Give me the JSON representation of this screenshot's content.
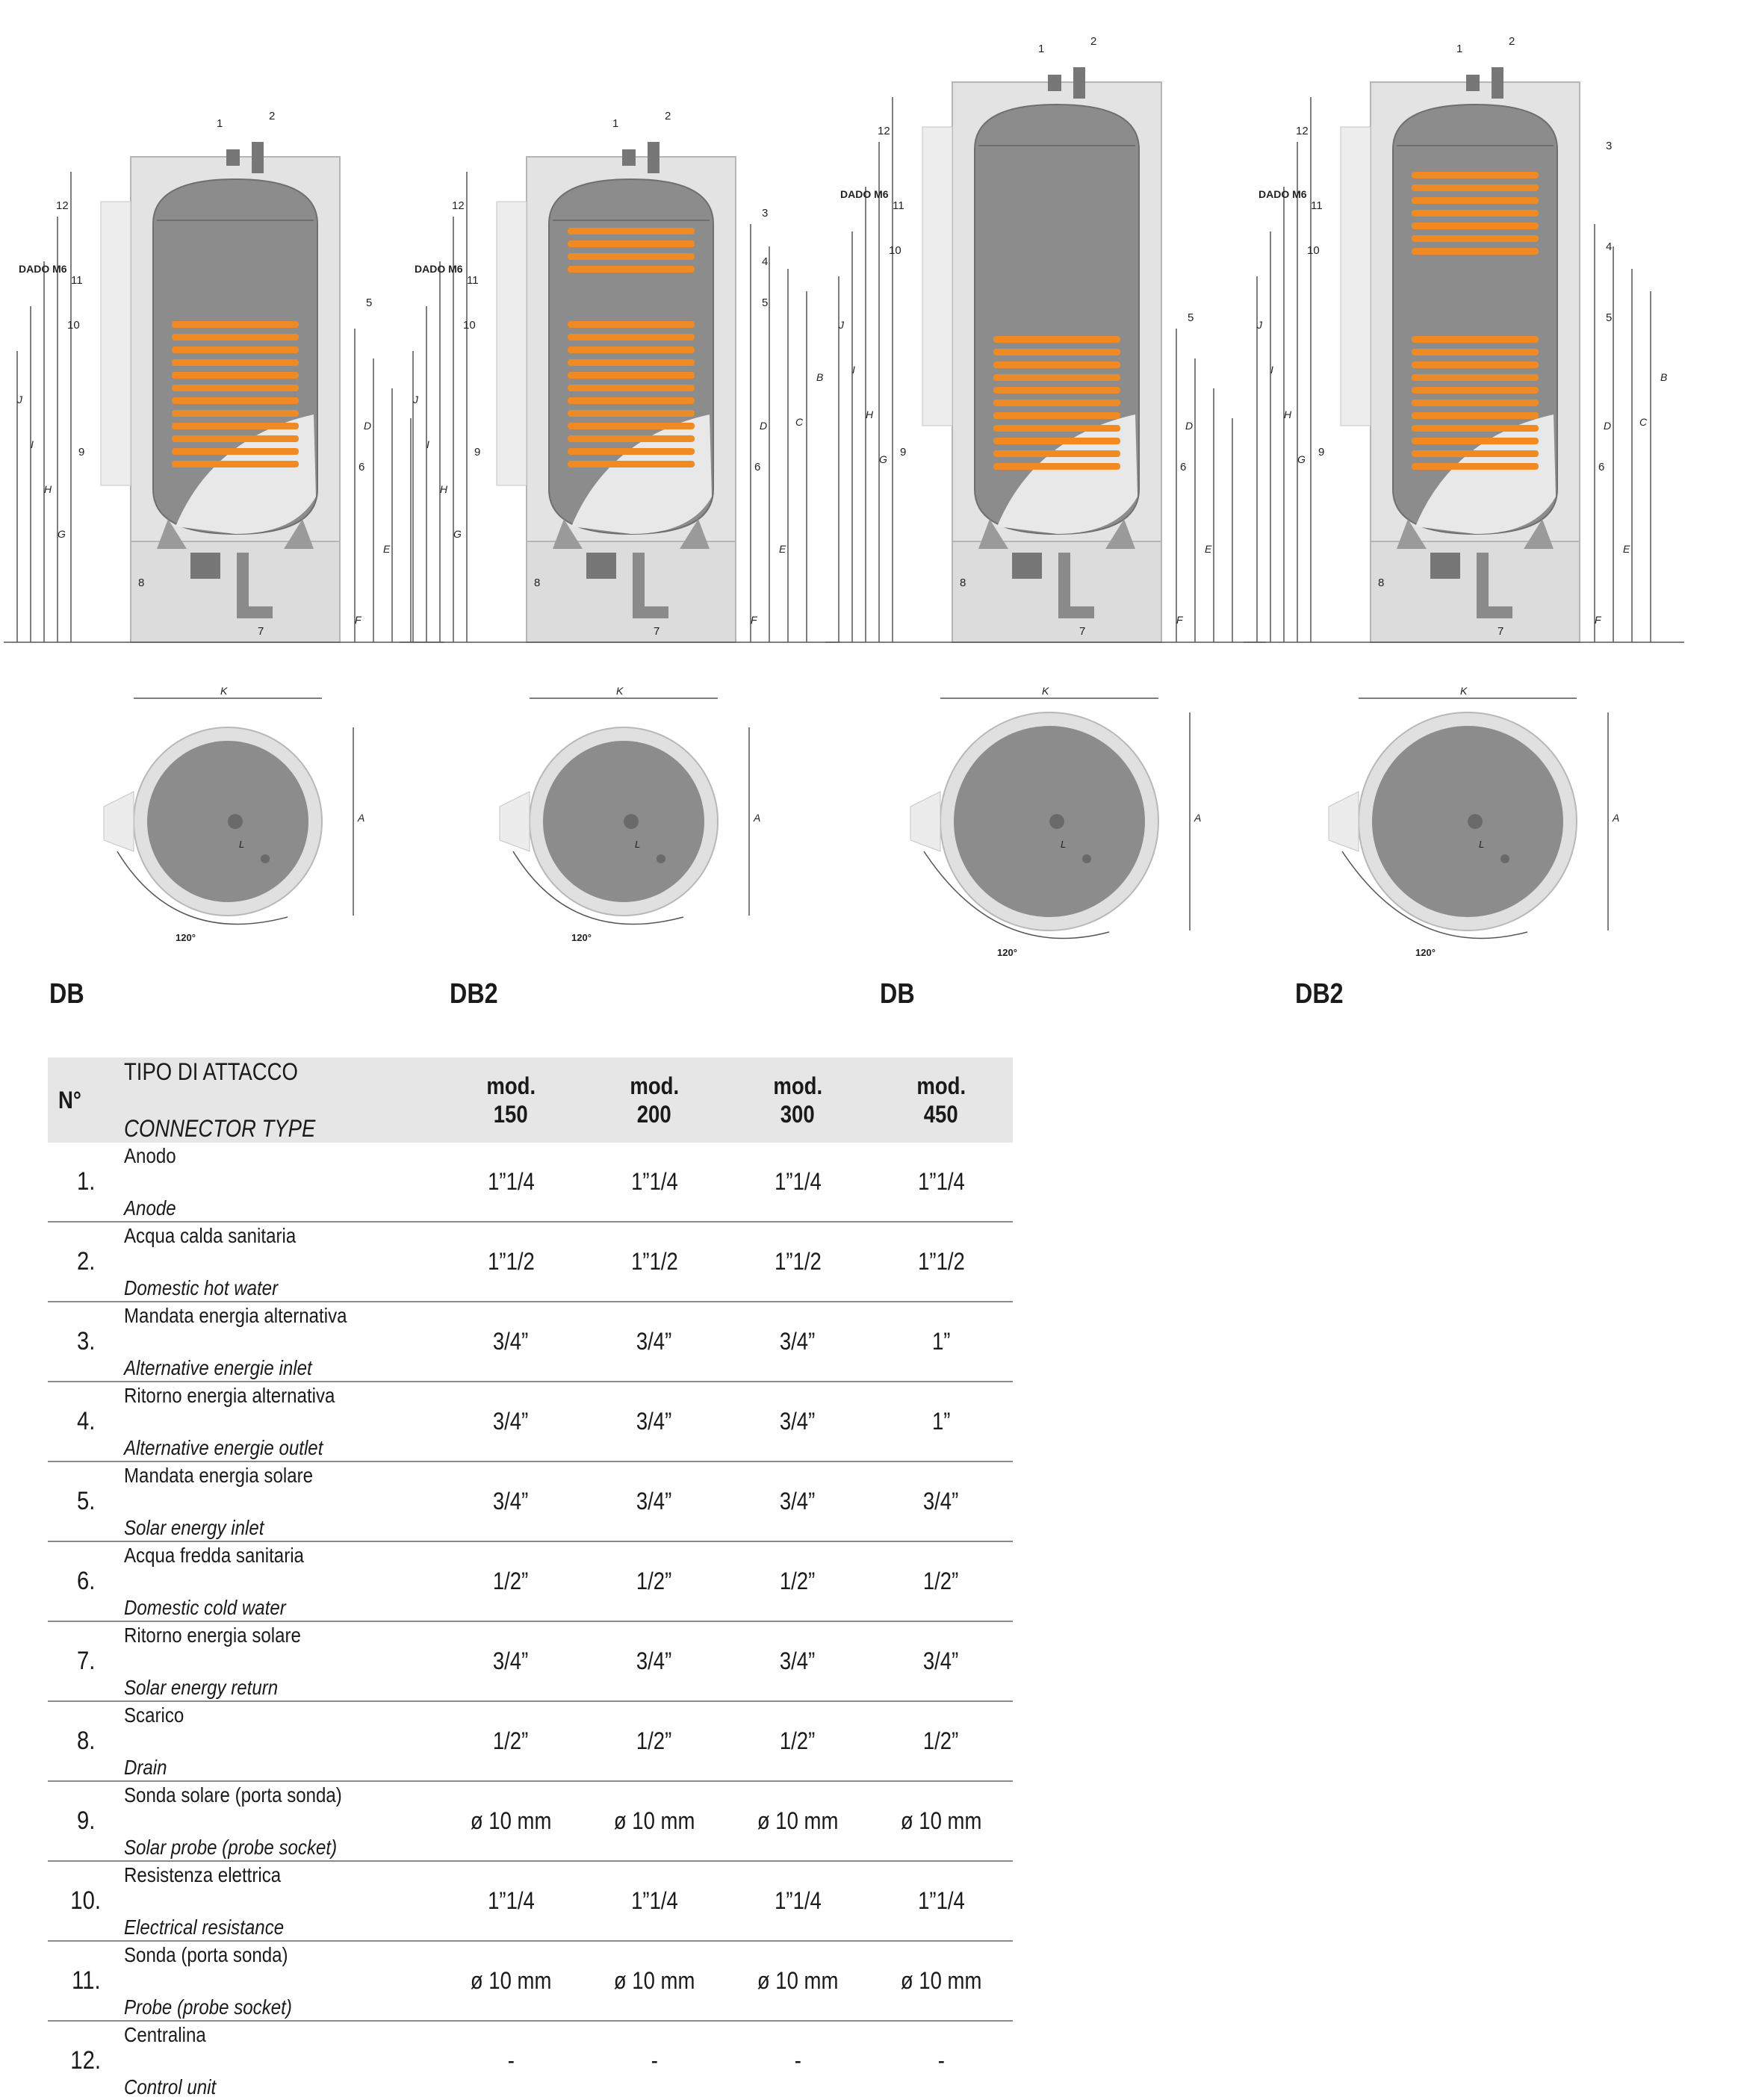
{
  "diagram_labels": {
    "dado": "DADO M6",
    "angle": "120°",
    "numbers": [
      "1",
      "2",
      "3",
      "4",
      "5",
      "6",
      "7",
      "8",
      "9",
      "10",
      "11",
      "12"
    ],
    "dims": [
      "A",
      "B",
      "C",
      "D",
      "E",
      "F",
      "G",
      "H",
      "I",
      "J",
      "K",
      "L"
    ]
  },
  "model_labels": [
    "DB",
    "DB2",
    "DB",
    "DB2"
  ],
  "table": {
    "header": {
      "num": "N°",
      "type_it": "TIPO DI ATTACCO",
      "type_en": "CONNECTOR TYPE",
      "mod_prefix": "mod.",
      "models": [
        "150",
        "200",
        "300",
        "450"
      ]
    },
    "rows": [
      {
        "n": "1.",
        "it": "Anodo",
        "en": "Anode",
        "v": [
          "1”1/4",
          "1”1/4",
          "1”1/4",
          "1”1/4"
        ]
      },
      {
        "n": "2.",
        "it": "Acqua calda sanitaria",
        "en": "Domestic hot water",
        "v": [
          "1”1/2",
          "1”1/2",
          "1”1/2",
          "1”1/2"
        ]
      },
      {
        "n": "3.",
        "it": "Mandata energia alternativa",
        "en": "Alternative energie inlet",
        "v": [
          "3/4”",
          "3/4”",
          "3/4”",
          "1”"
        ]
      },
      {
        "n": "4.",
        "it": "Ritorno energia alternativa",
        "en": "Alternative energie outlet",
        "v": [
          "3/4”",
          "3/4”",
          "3/4”",
          "1”"
        ]
      },
      {
        "n": "5.",
        "it": "Mandata energia solare",
        "en": "Solar energy inlet",
        "v": [
          "3/4”",
          "3/4”",
          "3/4”",
          "3/4”"
        ]
      },
      {
        "n": "6.",
        "it": "Acqua fredda sanitaria",
        "en": "Domestic cold water",
        "v": [
          "1/2”",
          "1/2”",
          "1/2”",
          "1/2”"
        ]
      },
      {
        "n": "7.",
        "it": "Ritorno energia solare",
        "en": "Solar energy return",
        "v": [
          "3/4”",
          "3/4”",
          "3/4”",
          "3/4”"
        ]
      },
      {
        "n": "8.",
        "it": "Scarico",
        "en": "Drain",
        "v": [
          "1/2”",
          "1/2”",
          "1/2”",
          "1/2”"
        ]
      },
      {
        "n": "9.",
        "it": "Sonda solare (porta sonda)",
        "en": "Solar probe (probe socket)",
        "v": [
          "ø 10 mm",
          "ø 10 mm",
          "ø 10 mm",
          "ø 10 mm"
        ]
      },
      {
        "n": "10.",
        "it": "Resistenza elettrica",
        "en": "Electrical resistance",
        "v": [
          "1”1/4",
          "1”1/4",
          "1”1/4",
          "1”1/4"
        ]
      },
      {
        "n": "11.",
        "it": "Sonda (porta sonda)",
        "en": "Probe (probe socket)",
        "v": [
          "ø 10 mm",
          "ø 10 mm",
          "ø 10 mm",
          "ø 10 mm"
        ]
      },
      {
        "n": "12.",
        "it": "Centralina",
        "en": "Control unit",
        "v": [
          "-",
          "-",
          "-",
          "-"
        ]
      }
    ]
  }
}
